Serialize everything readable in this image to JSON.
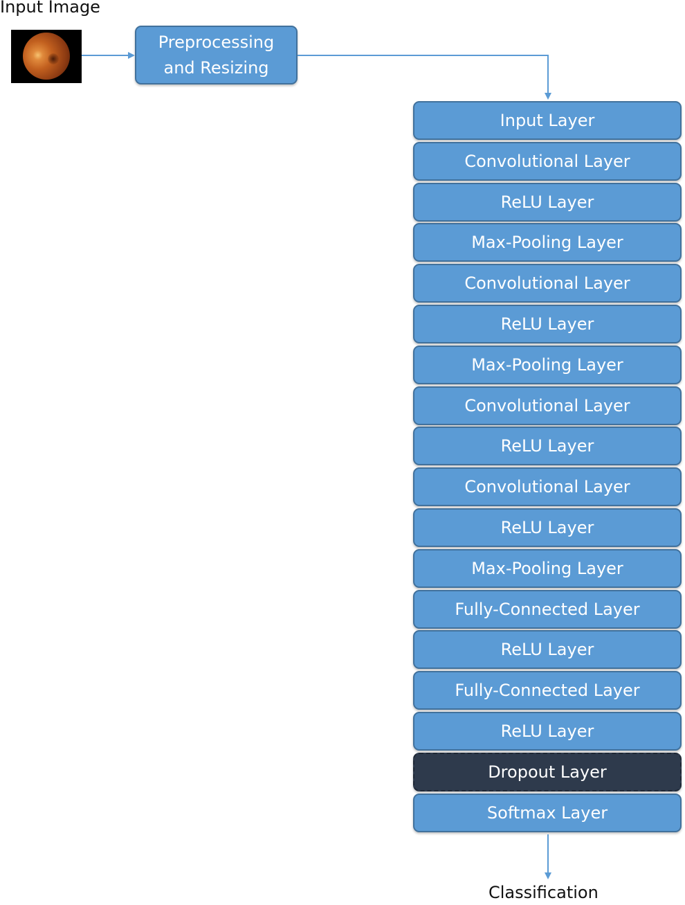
{
  "input_label": "Input Image",
  "preprocessing": {
    "line1": "Preprocessing",
    "line2": "and Resizing"
  },
  "layers": [
    {
      "label": "Input Layer",
      "style": "normal"
    },
    {
      "label": "Convolutional Layer",
      "style": "normal"
    },
    {
      "label": "ReLU Layer",
      "style": "normal"
    },
    {
      "label": "Max-Pooling Layer",
      "style": "normal"
    },
    {
      "label": "Convolutional Layer",
      "style": "normal"
    },
    {
      "label": "ReLU Layer",
      "style": "normal"
    },
    {
      "label": "Max-Pooling Layer",
      "style": "normal"
    },
    {
      "label": "Convolutional Layer",
      "style": "normal"
    },
    {
      "label": "ReLU Layer",
      "style": "normal"
    },
    {
      "label": "Convolutional Layer",
      "style": "normal"
    },
    {
      "label": "ReLU Layer",
      "style": "normal"
    },
    {
      "label": "Max-Pooling Layer",
      "style": "normal"
    },
    {
      "label": "Fully-Connected Layer",
      "style": "normal"
    },
    {
      "label": "ReLU Layer",
      "style": "normal"
    },
    {
      "label": "Fully-Connected Layer",
      "style": "normal"
    },
    {
      "label": "ReLU Layer",
      "style": "normal"
    },
    {
      "label": "Dropout Layer",
      "style": "dark"
    },
    {
      "label": "Softmax Layer",
      "style": "normal"
    }
  ],
  "output_label": "Classification",
  "colors": {
    "box_fill": "#5b9bd5",
    "box_border": "#41719c",
    "dark_fill": "#2e3a4c",
    "arrow": "#5b9bd5"
  }
}
